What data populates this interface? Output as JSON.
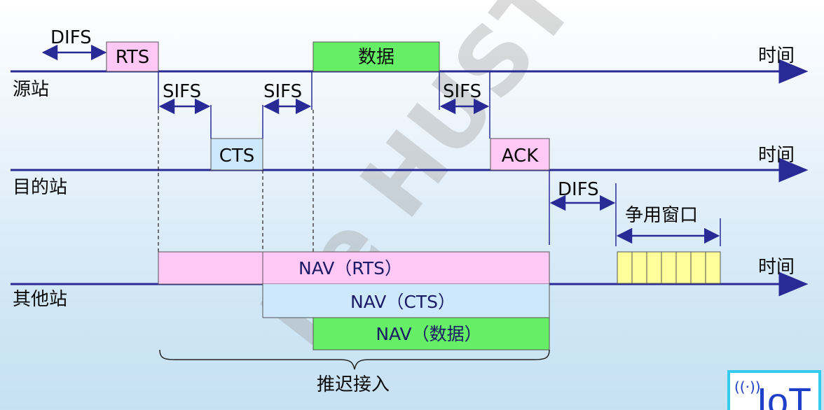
{
  "source": {
    "label": "源站",
    "time_label": "时间",
    "difs_label": "DIFS",
    "rts_label": "RTS",
    "data_label": "数据",
    "sifs_labels": [
      "SIFS",
      "SIFS",
      "SIFS"
    ]
  },
  "destination": {
    "label": "目的站",
    "time_label": "时间",
    "cts_label": "CTS",
    "ack_label": "ACK",
    "difs_label": "DIFS",
    "contention_label": "争用窗口"
  },
  "others": {
    "label": "其他站",
    "time_label": "时间",
    "nav_rts_label": "NAV（RTS）",
    "nav_cts_label": "NAV（CTS）",
    "nav_data_label": "NAV（数据）",
    "defer_label": "推迟接入"
  },
  "watermark": "Ke HUST",
  "logo": {
    "text": "IoT",
    "colors": {
      "border": "#33ccee",
      "text": "#1e40c8"
    }
  },
  "colors": {
    "line": "#2a2a96",
    "rts_fill": "#ffc8f5",
    "cts_fill": "#cde8fb",
    "data_fill": "#66ee66",
    "ack_fill": "#ffc8f5",
    "nav_rts_fill": "#ffc8f5",
    "nav_cts_fill": "#cde8fb",
    "nav_data_fill": "#66ee66",
    "contention_fill": "#ffff99"
  }
}
